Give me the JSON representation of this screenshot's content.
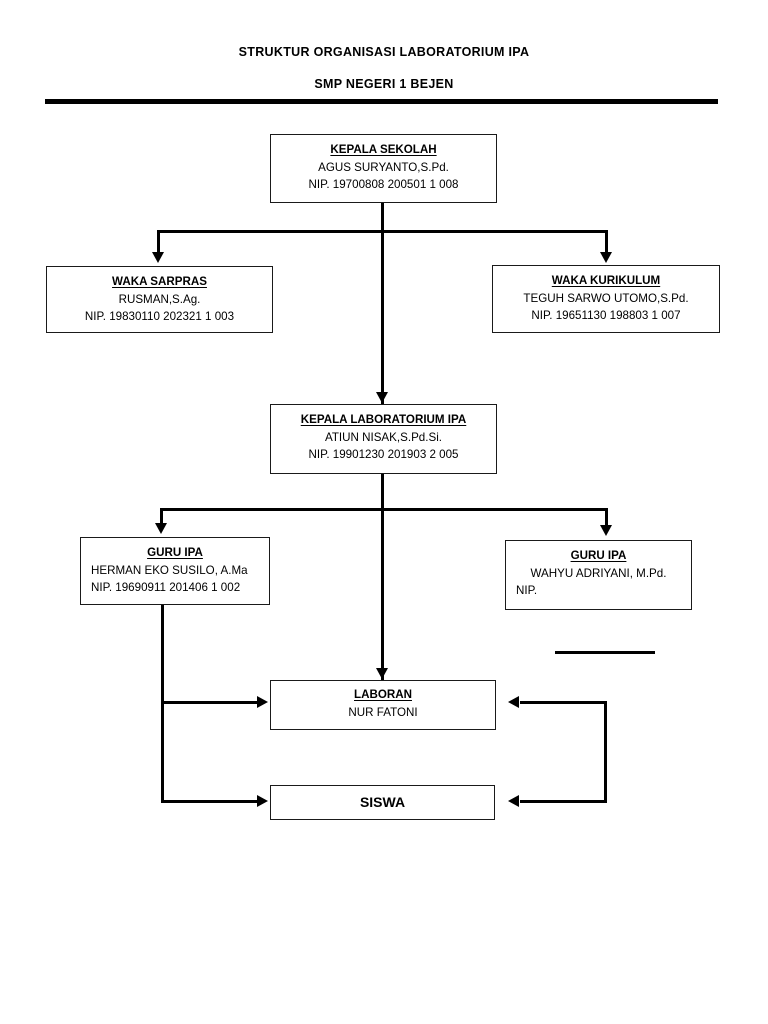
{
  "header": {
    "title_line_1": "STRUKTUR ORGANISASI LABORATORIUM IPA",
    "title_line_2": "SMP NEGERI 1 BEJEN"
  },
  "colors": {
    "ink": "#000000",
    "box_border": "#1a1a1a",
    "background": "#ffffff"
  },
  "chart_data": {
    "type": "diagram",
    "title": "STRUKTUR ORGANISASI LABORATORIUM IPA SMP NEGERI 1 BEJEN",
    "nodes": [
      {
        "id": "kepala-sekolah",
        "role": "KEPALA SEKOLAH",
        "name": "AGUS SURYANTO,S.Pd.",
        "nip": "NIP. 19700808 200501 1 008",
        "level": 1
      },
      {
        "id": "waka-sarpras",
        "role": "WAKA SARPRAS",
        "name": "RUSMAN,S.Ag.",
        "nip": "NIP. 19830110 202321 1 003",
        "level": 2
      },
      {
        "id": "waka-kurikulum",
        "role": "WAKA KURIKULUM",
        "name": "TEGUH SARWO UTOMO,S.Pd.",
        "nip": "NIP. 19651130 198803 1 007",
        "level": 2
      },
      {
        "id": "kepala-lab",
        "role": "KEPALA LABORATORIUM IPA",
        "name": "ATIUN NISAK,S.Pd.Si.",
        "nip": "NIP. 19901230 201903 2 005",
        "level": 3
      },
      {
        "id": "guru-1",
        "role": "GURU IPA",
        "name": "HERMAN EKO SUSILO, A.Ma",
        "nip": "NIP. 19690911 201406 1 002",
        "level": 4
      },
      {
        "id": "guru-2",
        "role": "GURU IPA",
        "name": "WAHYU ADRIYANI, M.Pd.",
        "nip": "NIP.",
        "level": 4
      },
      {
        "id": "laboran",
        "role": "LABORAN",
        "name": "NUR FATONI",
        "nip": "",
        "level": 5
      },
      {
        "id": "siswa",
        "role": "SISWA",
        "name": "",
        "nip": "",
        "level": 6
      }
    ],
    "edges": [
      {
        "from": "kepala-sekolah",
        "to": "waka-sarpras",
        "style": "elbow-arrow"
      },
      {
        "from": "kepala-sekolah",
        "to": "waka-kurikulum",
        "style": "elbow-arrow"
      },
      {
        "from": "kepala-sekolah",
        "to": "kepala-lab",
        "style": "straight-arrow"
      },
      {
        "from": "kepala-lab",
        "to": "guru-1",
        "style": "elbow-arrow"
      },
      {
        "from": "kepala-lab",
        "to": "guru-2",
        "style": "elbow-arrow"
      },
      {
        "from": "kepala-lab",
        "to": "laboran",
        "style": "straight-arrow"
      },
      {
        "from": "guru-1",
        "to": "laboran",
        "style": "elbow-arrow-right"
      },
      {
        "from": "guru-1",
        "to": "siswa",
        "style": "elbow-arrow-right"
      },
      {
        "from": "guru-2",
        "to": "laboran",
        "style": "elbow-arrow-left"
      },
      {
        "from": "guru-2",
        "to": "siswa",
        "style": "elbow-arrow-left"
      }
    ]
  }
}
